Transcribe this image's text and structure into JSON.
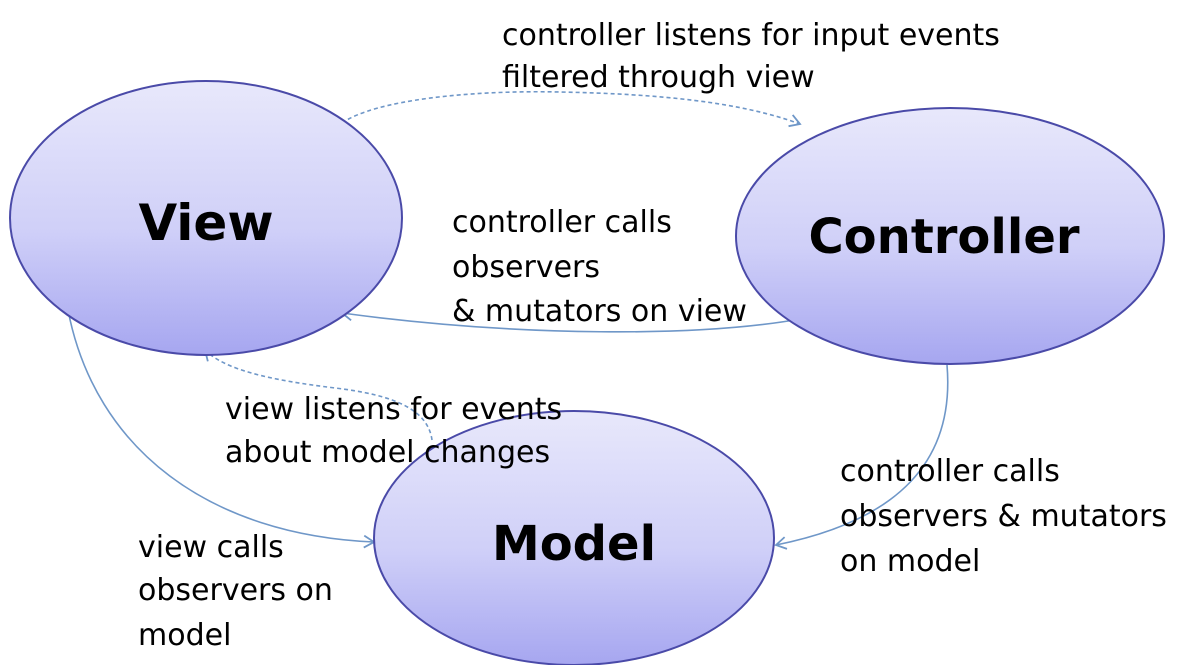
{
  "diagram": {
    "nodes": {
      "view": {
        "label": "View"
      },
      "controller": {
        "label": "Controller"
      },
      "model": {
        "label": "Model"
      }
    },
    "edges": {
      "controller_listens": {
        "lines": [
          "controller listens for input events",
          "filtered through view"
        ],
        "style": "dashed"
      },
      "controller_calls_view": {
        "lines": [
          "controller calls",
          "observers",
          "& mutators on view"
        ],
        "style": "solid"
      },
      "view_listens_model": {
        "lines": [
          "view listens for events",
          "about model changes"
        ],
        "style": "dashed"
      },
      "controller_calls_model": {
        "lines": [
          "controller calls",
          "observers & mutators",
          "on model"
        ],
        "style": "solid"
      },
      "view_calls_model": {
        "lines": [
          "view calls",
          "observers on",
          "model"
        ],
        "style": "solid"
      }
    },
    "colors": {
      "node_fill_top": "#e8e8fb",
      "node_fill_bottom": "#a6a6f0",
      "node_stroke": "#4a4aa8",
      "edge": "#6f97c8"
    }
  }
}
